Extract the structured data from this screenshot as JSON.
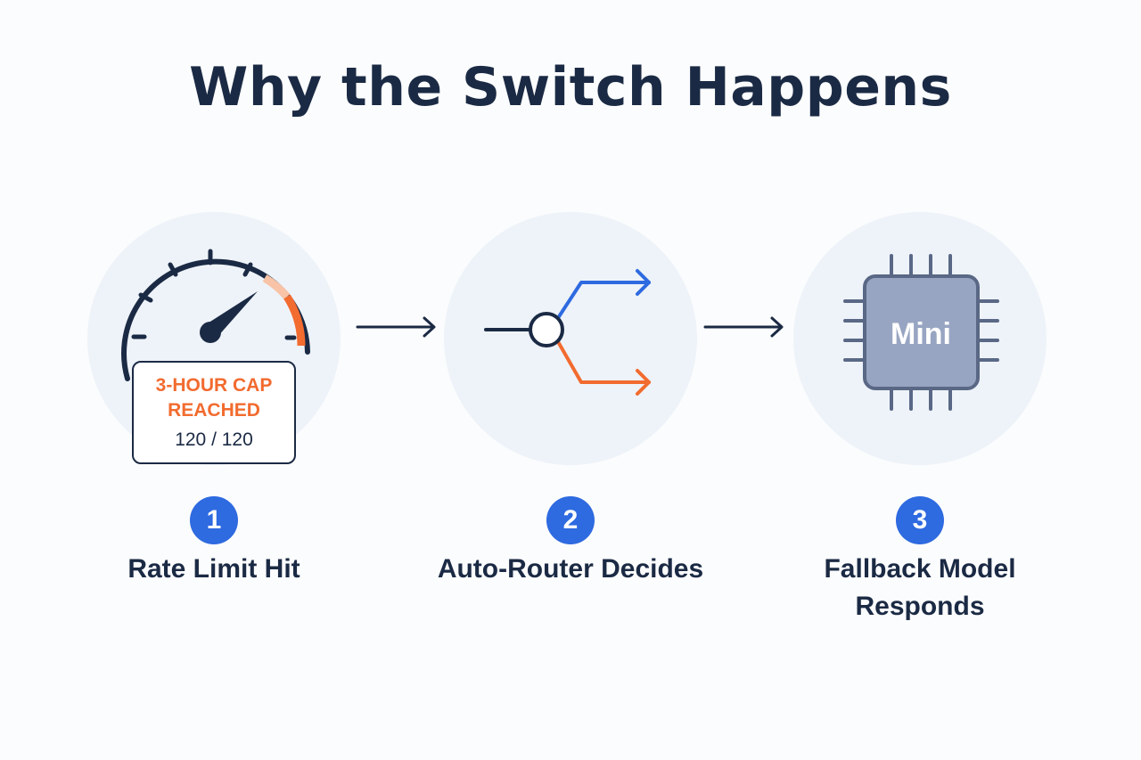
{
  "title": "Why the Switch Happens",
  "colors": {
    "navy": "#1b2a44",
    "blue": "#2e6ae0",
    "orange": "#f26b2f",
    "circle_bg": "#eef3f9",
    "chip_fill": "#98a5c2"
  },
  "steps": [
    {
      "number": "1",
      "label": "Rate Limit Hit",
      "icon": "speedometer-gauge-icon",
      "badge": {
        "line1": "3-HOUR CAP",
        "line2": "REACHED",
        "count": "120 / 120"
      }
    },
    {
      "number": "2",
      "label": "Auto-Router Decides",
      "icon": "branching-router-icon"
    },
    {
      "number": "3",
      "label": "Fallback Model Responds",
      "icon": "microchip-icon",
      "chip_text": "Mini"
    }
  ],
  "connectors": [
    "arrow-right-icon",
    "arrow-right-icon"
  ]
}
